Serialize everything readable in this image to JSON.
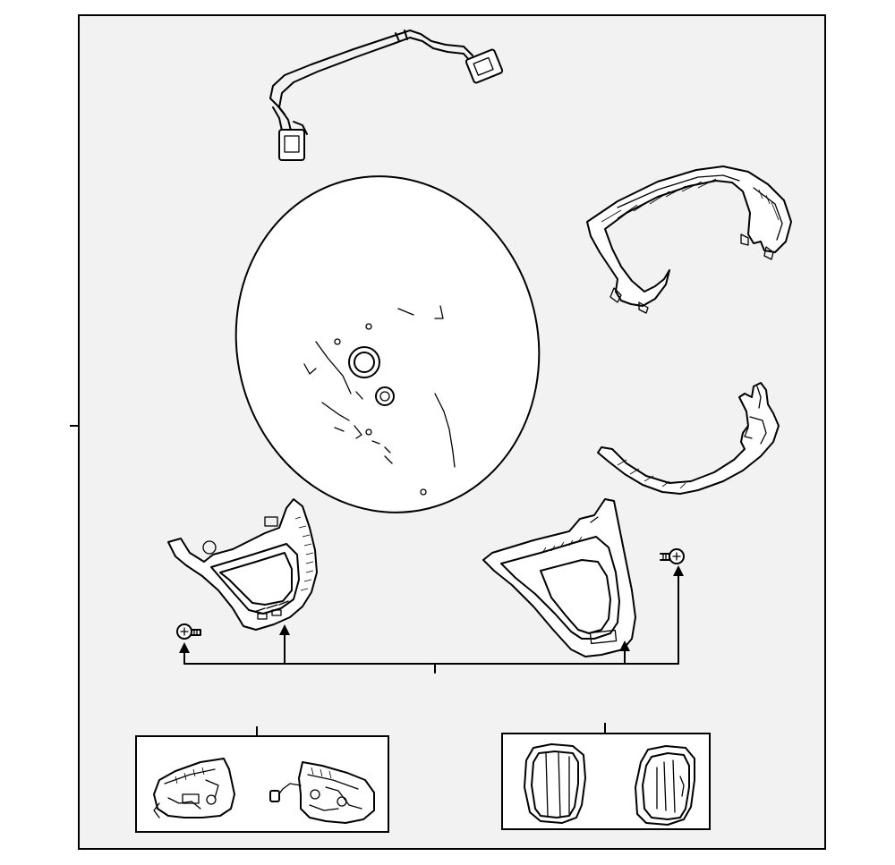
{
  "diagram": {
    "background": "#ffffff",
    "panel_fill": "#f2f2f2",
    "line_color": "#000000",
    "parts": [
      "wiring-harness",
      "steering-wheel",
      "upper-trim-cover",
      "lower-trim-cover",
      "left-switch-bezel",
      "right-switch-bezel",
      "left-screw",
      "right-screw",
      "left-switch-assembly",
      "right-switch-assembly",
      "left-paddle-button",
      "right-paddle-button"
    ]
  }
}
